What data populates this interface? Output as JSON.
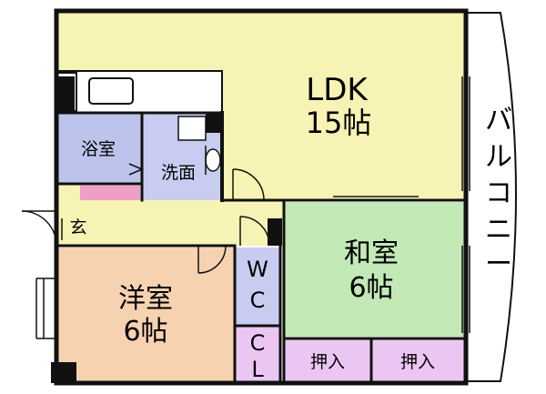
{
  "rooms": {
    "ldk": {
      "name": "LDK",
      "size": "15帖"
    },
    "bath": {
      "name": "浴室"
    },
    "washroom": {
      "name": "洗面"
    },
    "entrance": {
      "name": "玄"
    },
    "western_room": {
      "name": "洋室",
      "size": "6帖"
    },
    "japanese_room": {
      "name": "和室",
      "size": "6帖"
    },
    "wc": {
      "line1": "W",
      "line2": "C"
    },
    "closet_cl": {
      "line1": "C",
      "line2": "L"
    },
    "oshiire_1": {
      "name": "押入"
    },
    "oshiire_2": {
      "name": "押入"
    },
    "balcony": {
      "chars": [
        "バ",
        "ル",
        "コ",
        "ニ",
        "ー"
      ]
    }
  },
  "colors": {
    "ldk": "#f7f3b4",
    "bath": "#bcc4ec",
    "washroom": "#c8ccf0",
    "western": "#f7d2b1",
    "japanese": "#c3e9b6",
    "closet": "#ecc6f3",
    "pink_shelf": "#ef9ec8",
    "balcony": "#ffffff",
    "wall": "#111111"
  }
}
